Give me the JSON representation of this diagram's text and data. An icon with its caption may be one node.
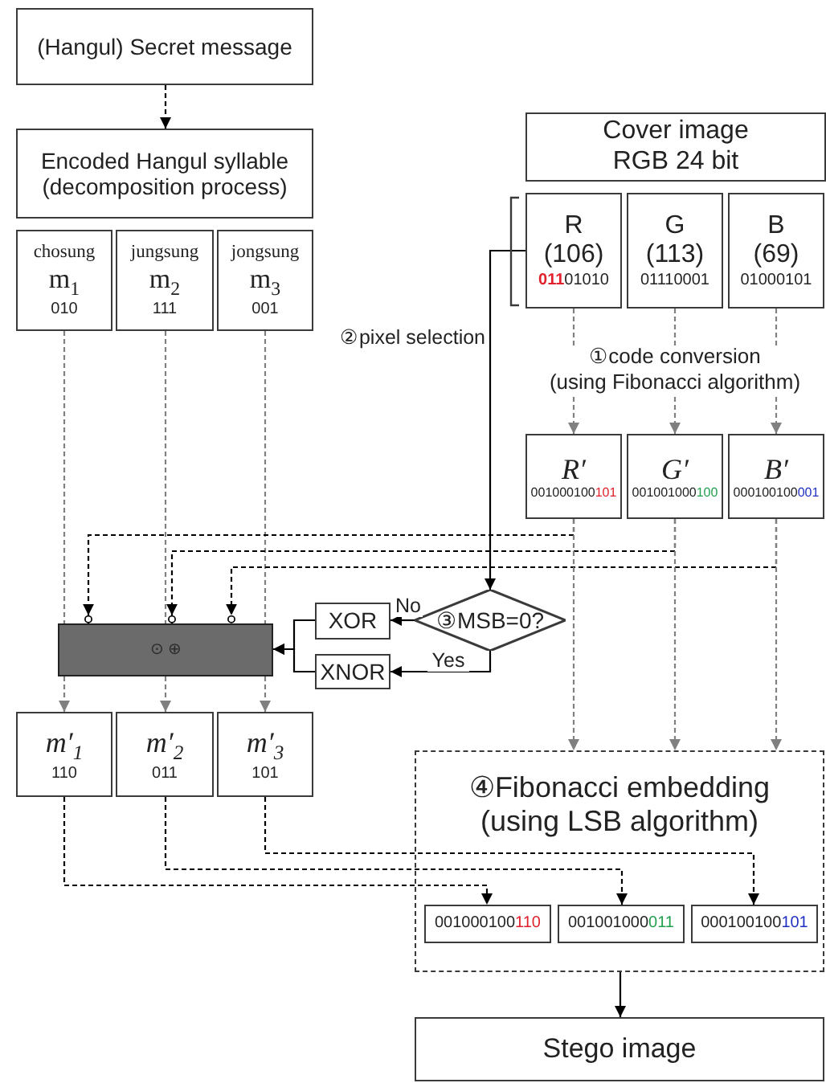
{
  "diagram": {
    "nodes": [
      {
        "text": [
          "(Hangul) Secret message"
        ]
      },
      {
        "text": [
          "Encoded Hangul syllable (decomposition process)"
        ]
      },
      {
        "text": [
          "chosung",
          "m$_{1}$",
          "010"
        ]
      },
      {
        "text": [
          "jungsung",
          "m$_{2}$",
          "111"
        ]
      },
      {
        "text": [
          "jongsung",
          "m$_{3}$",
          "001"
        ]
      },
      {
        "text": [
          "Cover image RGB 24 bit"
        ]
      },
      {
        "text": [
          "R",
          "(106)",
          "**011**01010"
        ]
      },
      {
        "text": [
          "G",
          "(113)",
          "01110001"
        ]
      },
      {
        "text": [
          "B",
          "(69)",
          "01000101"
        ]
      },
      {
        "text": [
          "R′",
          "001000100**101**"
        ]
      },
      {
        "text": [
          "G′",
          "001001000**100**"
        ]
      },
      {
        "text": [
          "B′",
          "000100100**001**"
        ]
      },
      {
        "text": [
          "⊙ ⊕"
        ]
      },
      {
        "text": [
          "XOR"
        ]
      },
      {
        "text": [
          "XNOR"
        ]
      },
      {
        "text": [
          "③MSB=0?"
        ]
      },
      {
        "text": [
          "m′$_{1}$",
          "110"
        ]
      },
      {
        "text": [
          "m′$_{2}$",
          "011"
        ]
      },
      {
        "text": [
          "m′$_{3}$",
          "101"
        ]
      },
      {
        "text": [
          "④Fibonacci embedding (using LSB algorithm)"
        ]
      },
      {
        "text": [
          "001000100**110**"
        ],
        "in": 19
      },
      {
        "text": [
          "001001000**011**"
        ],
        "in": 19
      },
      {
        "text": [
          "000100100**101**"
        ],
        "in": 19
      },
      {
        "text": [
          "Stego image"
        ]
      }
    ],
    "edges": [
      {
        "from": 0,
        "to": 1,
        "arrow": "to",
        "style": "dashed"
      },
      {
        "from": 2,
        "to": 12,
        "arrow": "none",
        "style": "dashed",
        "color": "#808080"
      },
      {
        "from": 3,
        "to": 12,
        "arrow": "none",
        "style": "dashed",
        "color": "#808080"
      },
      {
        "from": 4,
        "to": 12,
        "arrow": "none",
        "style": "dashed",
        "color": "#808080"
      },
      {
        "from": 12,
        "to": 16,
        "arrow": "to",
        "style": "dashed",
        "color": "#808080"
      },
      {
        "from": 12,
        "to": 17,
        "arrow": "to",
        "style": "dashed",
        "color": "#808080"
      },
      {
        "from": 12,
        "to": 18,
        "arrow": "to",
        "style": "dashed",
        "color": "#808080"
      },
      {
        "from": 6,
        "to": 9,
        "arrow": "to",
        "style": "dashed",
        "color": "#808080"
      },
      {
        "from": 7,
        "to": 10,
        "arrow": "to",
        "style": "dashed",
        "color": "#808080"
      },
      {
        "from": 8,
        "to": 11,
        "arrow": "to",
        "style": "dashed",
        "color": "#808080"
      },
      {
        "from": 9,
        "to": 12,
        "arrow": "to",
        "style": "dashed"
      },
      {
        "from": 10,
        "to": 12,
        "arrow": "to",
        "style": "dashed"
      },
      {
        "from": 11,
        "to": 12,
        "arrow": "to",
        "style": "dashed"
      },
      {
        "from": 9,
        "to": 19,
        "arrow": "to",
        "style": "dashed",
        "color": "#808080"
      },
      {
        "from": 10,
        "to": 19,
        "arrow": "to",
        "style": "dashed",
        "color": "#808080"
      },
      {
        "from": 11,
        "to": 19,
        "arrow": "to",
        "style": "dashed",
        "color": "#808080"
      },
      {
        "from": 6,
        "to": 15,
        "arrow": "to",
        "label": "②pixel selection"
      },
      {
        "from": 15,
        "to": 13,
        "arrow": "to",
        "label": "No"
      },
      {
        "from": 15,
        "to": 14,
        "arrow": "to",
        "label": "Yes"
      },
      {
        "from": 13,
        "to": 12,
        "arrow": "to"
      },
      {
        "from": 14,
        "to": 12,
        "arrow": "to"
      },
      {
        "from": 16,
        "to": 20,
        "arrow": "to",
        "style": "dashed"
      },
      {
        "from": 17,
        "to": 21,
        "arrow": "to",
        "style": "dashed"
      },
      {
        "from": 18,
        "to": 22,
        "arrow": "to",
        "style": "dashed"
      },
      {
        "from": 19,
        "to": 23,
        "arrow": "to"
      }
    ],
    "labels": [
      "①code conversion",
      "(using Fibonacci algorithm)"
    ]
  }
}
